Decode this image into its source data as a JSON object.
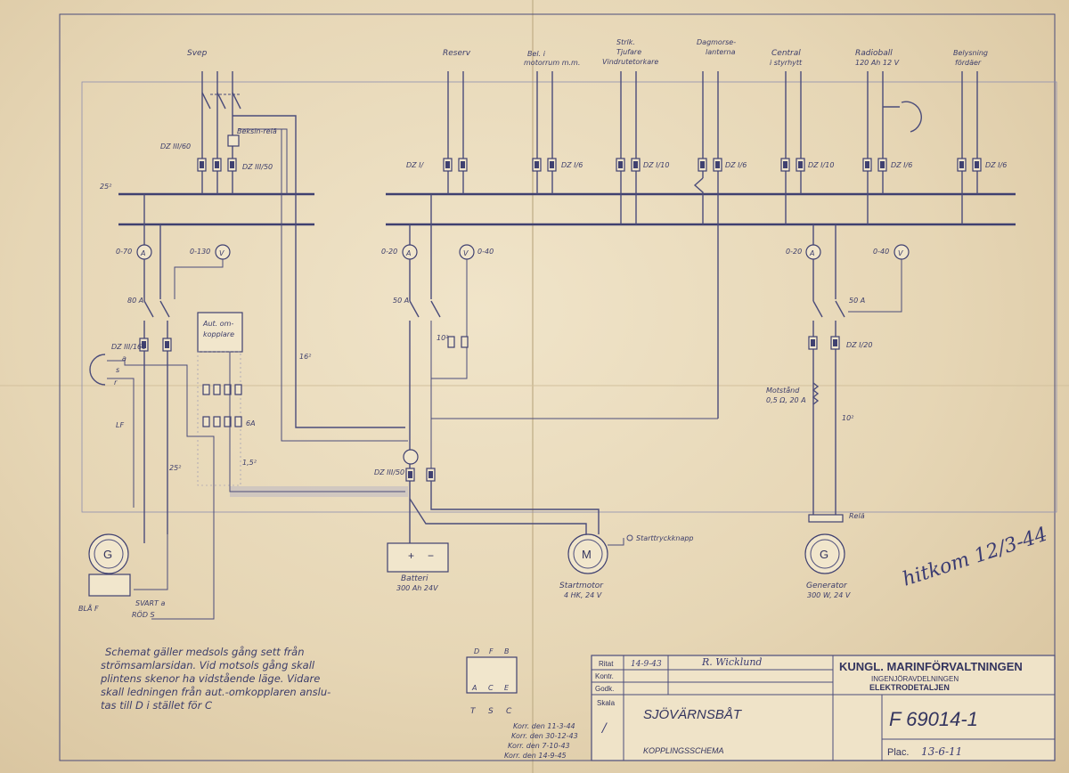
{
  "sheet": {
    "circuits": [
      {
        "name": "Svep",
        "fuse": "DZ III/60",
        "fuse2": "DZ III/50",
        "relay": "Beksin-relä"
      },
      {
        "name": "Reserv",
        "fuse": "DZ I/"
      },
      {
        "name_l1": "Bel. i",
        "name_l2": "motorrum m.m.",
        "fuse": "DZ I/6"
      },
      {
        "name_l1": "Strlk.",
        "name_l2": "Tjufare",
        "name_l3": "Vindrutetorkare",
        "fuse": "DZ I/10"
      },
      {
        "name_l1": "Dagmorse-",
        "name_l2": "lanterna",
        "fuse": "DZ I/6"
      },
      {
        "name_l1": "Central",
        "name_l2": "i styrhytt",
        "fuse": "DZ I/10"
      },
      {
        "name_l1": "Radioball",
        "name_l2": "120 Ah  12 V",
        "fuse": "DZ I/6"
      },
      {
        "name_l1": "Belysning",
        "name_l2": "fördäer",
        "fuse": "DZ I/6"
      }
    ],
    "bus_label": "25²",
    "left_panel": {
      "ammeter_range": "0-70",
      "ammeter": "A",
      "voltmeter_range": "0-130",
      "voltmeter": "V",
      "switch_rating": "80 A",
      "fuse": "DZ III/160",
      "auto_switch_l1": "Aut. om-",
      "auto_switch_l2": "kopplare",
      "fuse_6A": "6A",
      "wire_16": "16²",
      "wire_25": "25²",
      "wire_1_5": "1,5²",
      "terminal_LF": "LF",
      "terminal_a": "a",
      "terminal_s": "s",
      "terminal_r": "r",
      "generator": "G",
      "wire_blk": "BLÅ F",
      "wire_svart": "SVART  a",
      "wire_rod": "RÖD  S"
    },
    "center_panel": {
      "ammeter_range": "0-20",
      "ammeter": "A",
      "voltmeter_range": "0-40",
      "voltmeter": "V",
      "switch_rating": "50 A",
      "wire_10": "10²",
      "fuse": "DZ III/50",
      "battery_label": "Batteri",
      "battery_spec": "300 Ah  24V",
      "battery_plus": "+",
      "battery_minus": "−",
      "motor": "M",
      "motor_label": "Startmotor",
      "motor_spec": "4 HK,  24 V",
      "start_button": "Starttryckknapp"
    },
    "right_panel": {
      "ammeter_range": "0-20",
      "ammeter": "A",
      "voltmeter_range": "0-40",
      "voltmeter": "V",
      "switch_rating": "50 A",
      "fuse": "DZ I/20",
      "resistor_l1": "Motstånd",
      "resistor_l2": "0,5 Ω, 20 A",
      "wire_10": "10²",
      "relay": "Relä",
      "generator": "G",
      "generator_label": "Generator",
      "generator_spec": "300 W,  24 V"
    },
    "handwritten_sign": "hitkom 12/3-44",
    "note_lines": [
      "Schemat gäller medsols gång sett från",
      "strömsamlarsidan. Vid motsols gång skall",
      "plintens skenor ha vidstående läge. Vidare",
      "skall ledningen från aut.-omkopplaren anslu-",
      "tas till D i stället för C"
    ],
    "terminal_block": {
      "top": [
        "D",
        "F",
        "B"
      ],
      "bottom": [
        "A",
        "C",
        "E"
      ],
      "letters": [
        "T",
        "S",
        "C"
      ]
    },
    "revisions": [
      "Korr. den 11-3-44",
      "Korr. den 30-12-43",
      "Korr. den 7-10-43",
      "Korr. den 14-9-45"
    ]
  },
  "title_block": {
    "rows": [
      "Ritat",
      "Kontr.",
      "Godk.",
      "Skala"
    ],
    "ritat_date": "14-9-43",
    "ritat_sign": "R. Wicklund",
    "scale": "/",
    "org_name": "KUNGL. MARINFÖRVALTNINGEN",
    "org_sub1": "INGENJÖRAVDELNINGEN",
    "org_sub2": "ELEKTRODETALJEN",
    "title": "SJÖVÄRNSBÅT",
    "subtitle": "KOPPLINGSSCHEMA",
    "drawing_no": "F 69014-1",
    "plac_label": "Plac.",
    "plac_value": "13-6-11"
  }
}
